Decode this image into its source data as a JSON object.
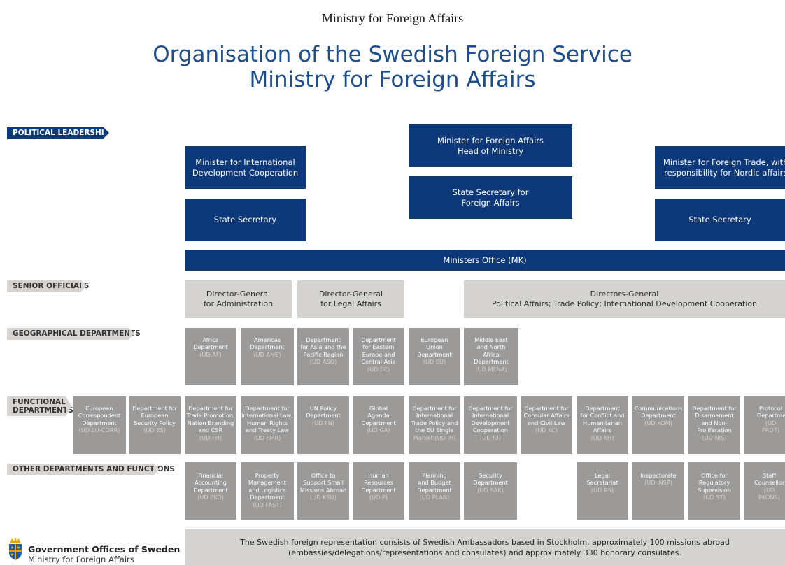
{
  "document_header": "Ministry for Foreign Affairs",
  "title_line1": "Organisation of the Swedish Foreign Service",
  "title_line2": "Ministry for Foreign Affairs",
  "sections": {
    "political_leadership": "POLITICAL LEADERSHIP",
    "senior_officials": "SENIOR OFFICIALS",
    "geographical": "GEOGRAPHICAL DEPARTMENTS",
    "functional_line1": "FUNCTIONAL",
    "functional_line2": "DEPARTMENTS",
    "other": "OTHER DEPARTMENTS AND FUNCTIONS"
  },
  "political": {
    "foreign_minister_line1": "Minister for Foreign Affairs",
    "foreign_minister_line2": "Head of Ministry",
    "intl_dev_minister_line1": "Minister for International",
    "intl_dev_minister_line2": "Development Cooperation",
    "trade_minister_line1": "Minister for Foreign Trade, with",
    "trade_minister_line2": "responsibility for Nordic affairs",
    "state_secretary_left": "State Secretary",
    "state_secretary_center_line1": "State Secretary for",
    "state_secretary_center_line2": "Foreign Affairs",
    "state_secretary_right": "State Secretary",
    "ministers_office": "Ministers Office (MK)"
  },
  "senior": {
    "dg_admin_line1": "Director-General",
    "dg_admin_line2": "for Administration",
    "dg_legal_line1": "Director-General",
    "dg_legal_line2": "for Legal Affairs",
    "dgs_line1": "Directors-General",
    "dgs_line2": "Political Affairs; Trade Policy; International Development Cooperation"
  },
  "geographical_departments": [
    {
      "name": "Africa\nDepartment",
      "code": "(UD AF)"
    },
    {
      "name": "Americas\nDepartment",
      "code": "(UD AME)"
    },
    {
      "name": "Department\nfor Asia and the\nPacific Region",
      "code": "(UD ASO)"
    },
    {
      "name": "Department\nfor Eastern\nEurope and\nCentral Asia",
      "code": "(UD EC)"
    },
    {
      "name": "European\nUnion\nDepartment",
      "code": "(UD EU)"
    },
    {
      "name": "Middle East\nand North\nAfrica\nDepartment",
      "code": "(UD MENA)"
    }
  ],
  "functional_departments": [
    {
      "name": "European\nCorrespondent\nDepartment",
      "code": "(UD EU-CORR)"
    },
    {
      "name": "Department for\nEuropean\nSecurity Policy\n",
      "code": "(UD ES)"
    },
    {
      "name": "Department for\nTrade Promotion,\nNation Branding\nand CSR",
      "code": "(UD FH)"
    },
    {
      "name": "Department for\nInternational Law,\nHuman Rights\nand Treaty Law",
      "code": "(UD FMR)"
    },
    {
      "name": "UN Policy\nDepartment",
      "code": "(UD FN)"
    },
    {
      "name": "Global\nAgenda\nDepartment",
      "code": "(UD GA)"
    },
    {
      "name": "Department for\nInternational\nTrade Policy and\nthe EU Single",
      "code": "Market (UD IH)"
    },
    {
      "name": "Department for\nInternational\nDevelopment\nCooperation",
      "code": "(UD IU)"
    },
    {
      "name": "Department for\nConsular Affairs\nand Civil Law",
      "code": "(UD KC)"
    },
    {
      "name": "Department\nfor Conflict and\nHumanitarian\nAffairs",
      "code": "(UD KH)"
    },
    {
      "name": "Communications\nDepartment",
      "code": "(UD KOM)"
    },
    {
      "name": "Department for\nDisarmament\nand Non-\nProliferation",
      "code": "(UD NIS)"
    },
    {
      "name": "Protocol\nDepartment",
      "code": "(UD PROT)"
    }
  ],
  "other_departments": [
    {
      "name": "Financial\nAccounting\nDepartment",
      "code": "(UD EKO)"
    },
    {
      "name": "Property\nManagement\nand Logistics\nDepartment",
      "code": "(UD FAST)"
    },
    {
      "name": "Office to\nSupport Small\nMissions Abroad",
      "code": "(UD KSU)"
    },
    {
      "name": "Human\nResources\nDepartment",
      "code": "(UD P)"
    },
    {
      "name": "Planning\nand Budget\nDepartment",
      "code": "(UD PLAN)"
    },
    {
      "name": "Security\nDepartment",
      "code": "(UD SAK)"
    },
    {
      "name": "Legal\nSecretariat",
      "code": "(UD RS)"
    },
    {
      "name": "Inspectorate",
      "code": "(UD INSP)"
    },
    {
      "name": "Office for\nRegulatory\nSupervision",
      "code": "(UD ST)"
    },
    {
      "name": "Staff\nCounsellors",
      "code": "(UD PKONS)"
    }
  ],
  "footer_note_line1": "The Swedish foreign representation consists of Swedish Ambassadors based in Stockholm, approximately 100 missions abroad",
  "footer_note_line2": "(embassies/delegations/representations and consulates) and approximately 330 honorary consulates.",
  "logo_name": "Government Offices of Sweden",
  "logo_subtitle": "Ministry for Foreign Affairs",
  "colors": {
    "navy": "#0d3879",
    "light_grey": "#d5d3d0",
    "dept_grey": "#9c9a98",
    "title_blue": "#1f4e8c"
  }
}
